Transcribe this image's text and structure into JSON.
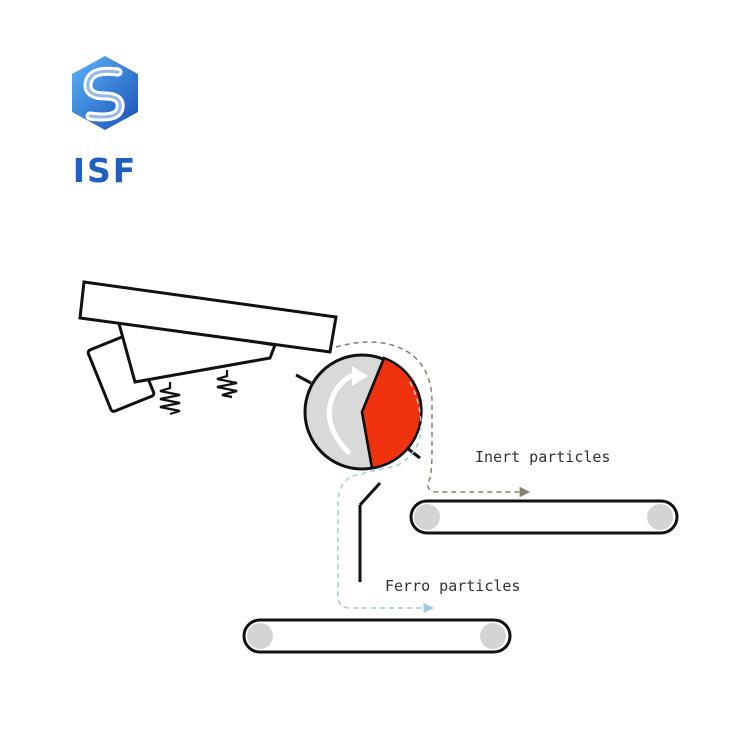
{
  "logo": {
    "text": "ISF",
    "color": "#1f5fc2",
    "accent_color": "#4aa3f0"
  },
  "labels": {
    "inert": "Inert particles",
    "ferro": "Ferro particles"
  },
  "colors": {
    "outline": "#111111",
    "drum_fill": "#d9d9d9",
    "magnet_fill": "#f0320f",
    "roller_fill": "#d4d4d4",
    "inert_path": "#8a7f6a",
    "ferro_path": "#9ecbe6",
    "arrow_fill": "#ffffff"
  }
}
